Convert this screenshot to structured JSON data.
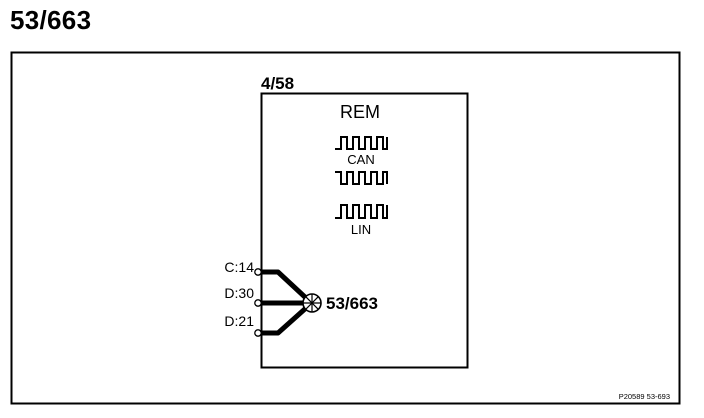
{
  "page": {
    "title": "53/663"
  },
  "module": {
    "ref": "4/58",
    "name": "REM",
    "bus_labels": [
      "CAN",
      "LIN"
    ]
  },
  "pins": [
    {
      "label": "C:14"
    },
    {
      "label": "D:30"
    },
    {
      "label": "D:21"
    }
  ],
  "splice": {
    "label": "53/663"
  },
  "footer": {
    "code": "P20589  53-693"
  }
}
